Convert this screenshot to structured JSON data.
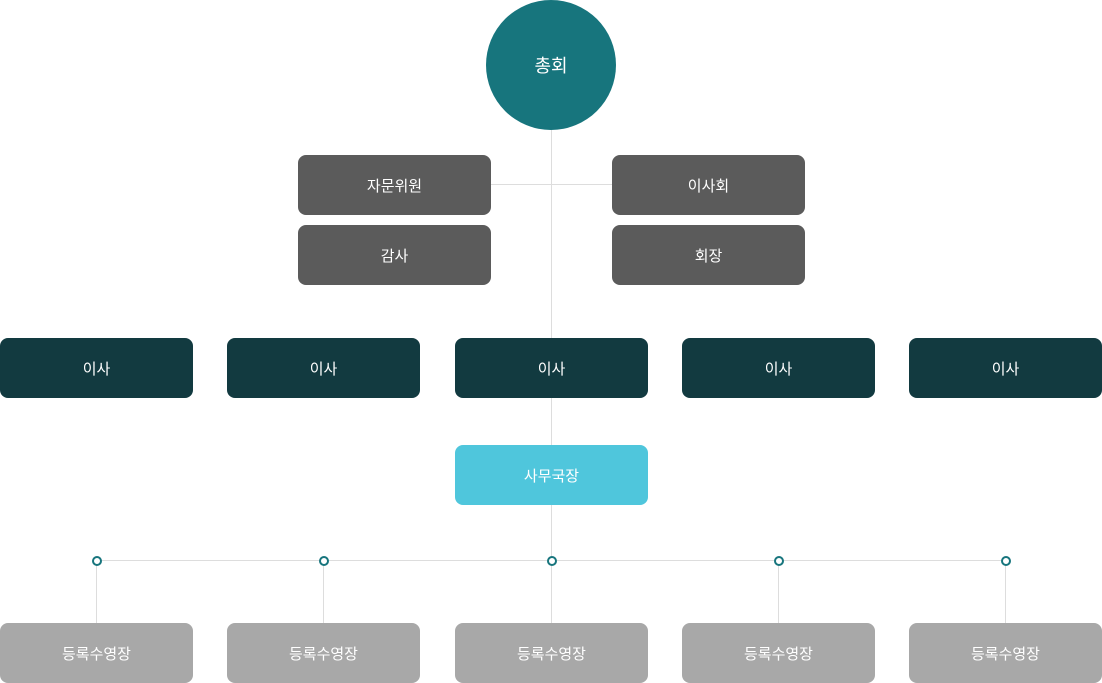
{
  "colors": {
    "root": "#17757d",
    "advisory_row": "#5b5b5b",
    "director": "#123a40",
    "secretariat": "#4fc6dc",
    "pool": "#a8a8a8",
    "connector": "#dddddd",
    "dot_border": "#17757d"
  },
  "root": {
    "label": "총회"
  },
  "advisory": {
    "advisors": "자문위원",
    "board": "이사회",
    "auditor": "감사",
    "chairman": "회장"
  },
  "directors": [
    "이사",
    "이사",
    "이사",
    "이사",
    "이사"
  ],
  "secretary_general": {
    "label": "사무국장"
  },
  "pools": [
    "등록수영장",
    "등록수영장",
    "등록수영장",
    "등록수영장",
    "등록수영장"
  ]
}
